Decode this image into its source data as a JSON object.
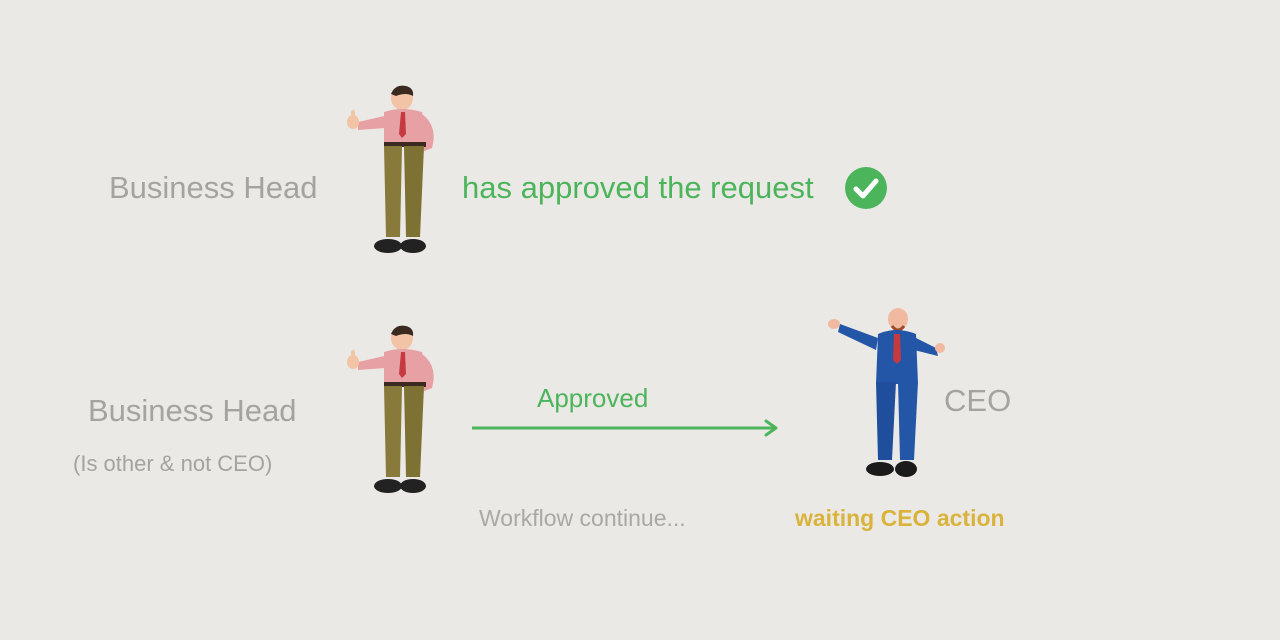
{
  "row1": {
    "role": "Business Head",
    "status": "has approved the request",
    "check_icon": "check-circle-icon",
    "accent": "#4cb55c"
  },
  "row2": {
    "role": "Business Head",
    "role_note": "(Is other & not CEO)",
    "arrow_label": "Approved",
    "target_role": "CEO",
    "workflow_note": "Workflow continue...",
    "target_status": "waiting CEO action",
    "target_status_color": "#d9b33c"
  }
}
